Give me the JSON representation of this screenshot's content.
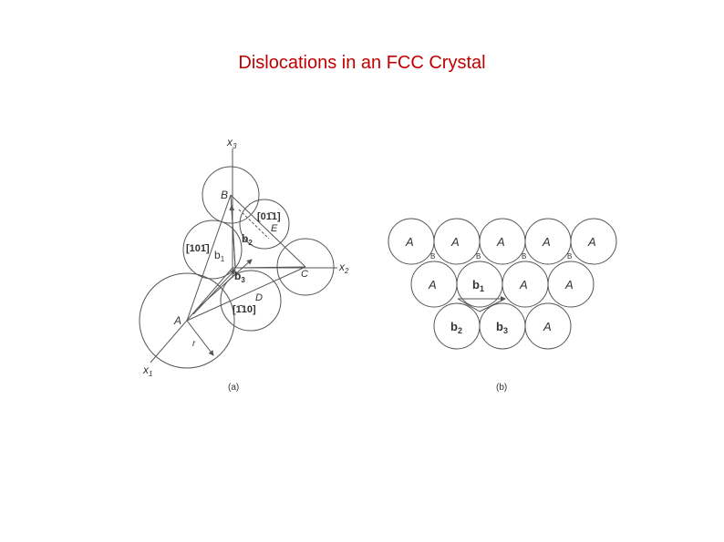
{
  "title": "Dislocations in an FCC Crystal",
  "colors": {
    "title": "#c00000",
    "lines": "#555555"
  },
  "figure_a": {
    "caption": "(a)",
    "axes": {
      "x1": "x",
      "x1_sub": "1",
      "x2": "x",
      "x2_sub": "2",
      "x3": "x",
      "x3_sub": "3"
    },
    "points": {
      "A": "A",
      "B": "B",
      "C": "C",
      "D": "D",
      "E": "E",
      "r": "r"
    },
    "directions": {
      "d011": "[01̄1]",
      "d101": "[101̄]",
      "d110": "[1̄10]"
    },
    "vectors": {
      "b1": "b",
      "b1_sub": "1",
      "b2": "b",
      "b2_sub": "2",
      "b3": "b",
      "b3_sub": "3"
    }
  },
  "figure_b": {
    "caption": "(b)",
    "row1": [
      "A",
      "A",
      "A",
      "A",
      "A"
    ],
    "row1_small": [
      "B",
      "B",
      "B",
      "B"
    ],
    "row2": [
      "A",
      "b",
      "A",
      "A"
    ],
    "row2_sub": "1",
    "row3": [
      {
        "text": "b",
        "sub": "2"
      },
      {
        "text": "b",
        "sub": "3"
      },
      {
        "text": "A",
        "sub": ""
      }
    ]
  }
}
